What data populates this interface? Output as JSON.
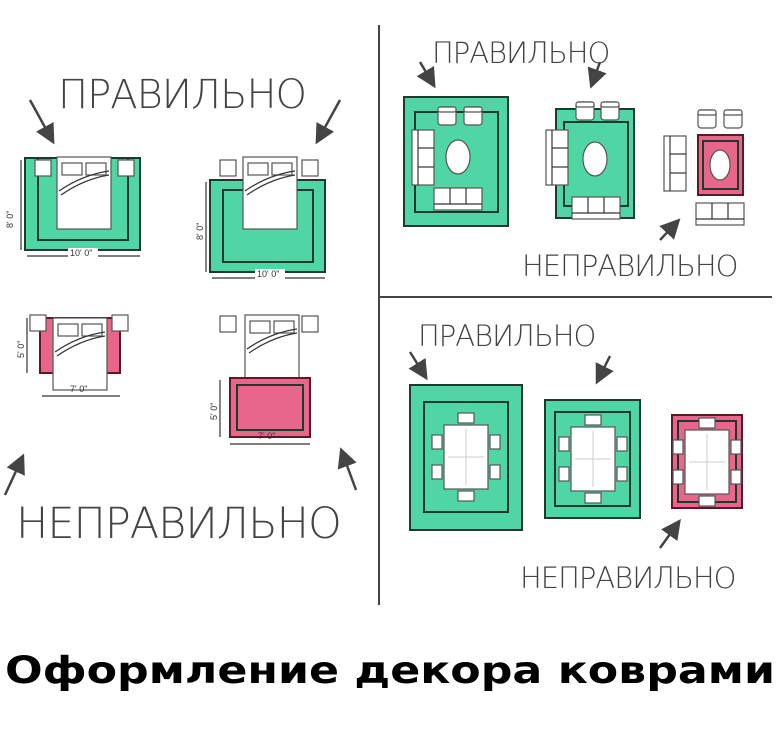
{
  "labels": {
    "correct": "ПРАВИЛЬНО",
    "incorrect": "НЕПРАВИЛЬНО"
  },
  "dimensions": {
    "large_width": "10' 0\"",
    "large_depth": "8' 0\"",
    "small_width": "7' 0\"",
    "small_depth": "5' 0\""
  },
  "caption": "Оформление декора коврами",
  "colors": {
    "correct_rug": "#4fd6a4",
    "incorrect_rug": "#e8668c"
  }
}
